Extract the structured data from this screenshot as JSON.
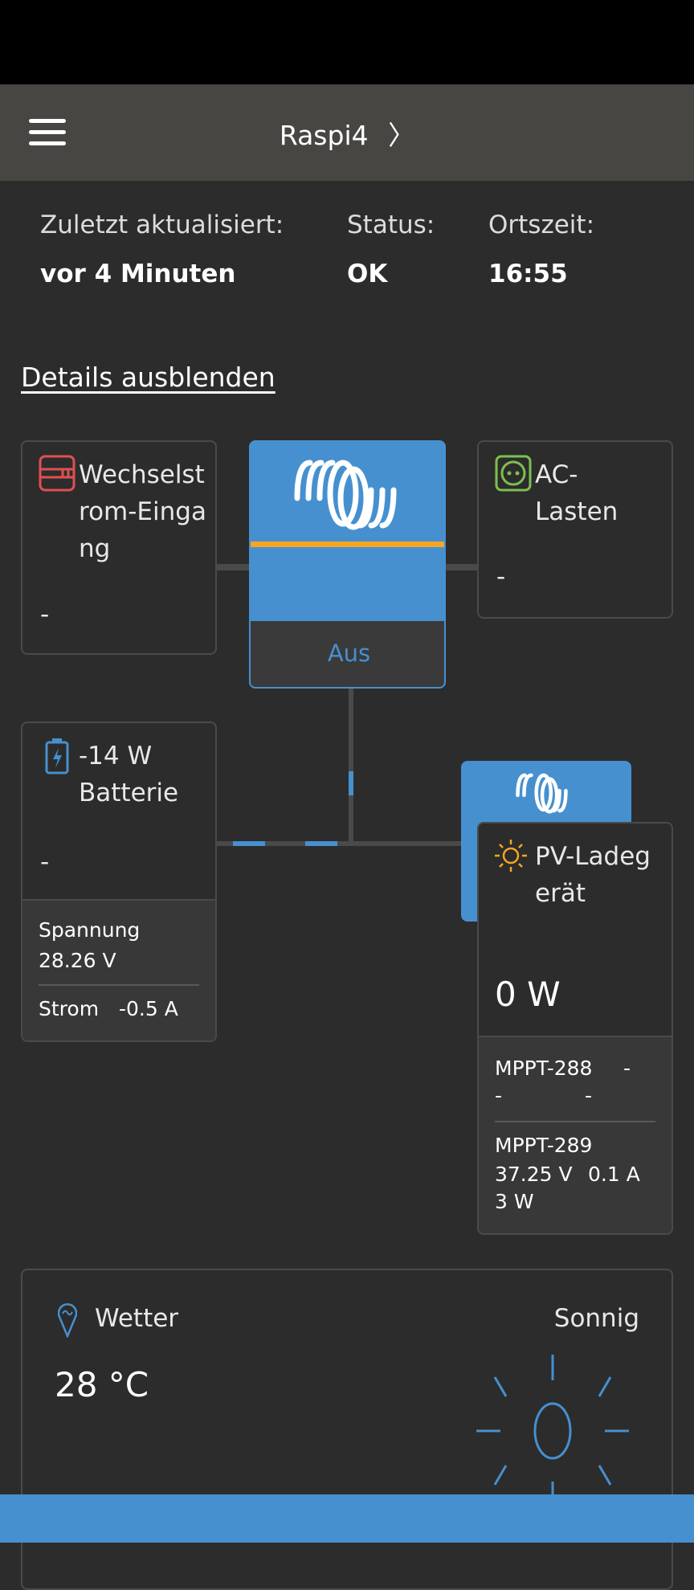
{
  "header": {
    "title": "Raspi4"
  },
  "info": {
    "updated_label": "Zuletzt aktualisiert:",
    "updated_value": "vor 4 Minuten",
    "status_label": "Status:",
    "status_value": "OK",
    "time_label": "Ortszeit:",
    "time_value": "16:55"
  },
  "details_link": "Details ausblenden",
  "ac_input": {
    "title": "Wechselstrom-Eingang",
    "value": "-"
  },
  "inverter": {
    "state": "Aus"
  },
  "ac_loads": {
    "title": "AC-Lasten",
    "value": "-"
  },
  "battery": {
    "power": "-14 W",
    "title": "Batterie",
    "value": "-",
    "voltage_label": "Spannung",
    "voltage": "28.26 V",
    "current_label": "Strom",
    "current": "-0.5 A"
  },
  "pv": {
    "title": "PV-Ladegerät",
    "power": "0 W",
    "mppt1_name": "MPPT-288",
    "mppt1_a": "-",
    "mppt1_b": "-",
    "mppt1_c": "-",
    "mppt2_name": "MPPT-289",
    "mppt2_v": "37.25 V",
    "mppt2_a": "0.1 A",
    "mppt2_w": "3 W"
  },
  "weather": {
    "title": "Wetter",
    "condition": "Sonnig",
    "temperature": "28 °C"
  },
  "colors": {
    "accent": "#4690d0",
    "orange": "#f5a623",
    "red": "#e05050",
    "green": "#7cc050"
  }
}
